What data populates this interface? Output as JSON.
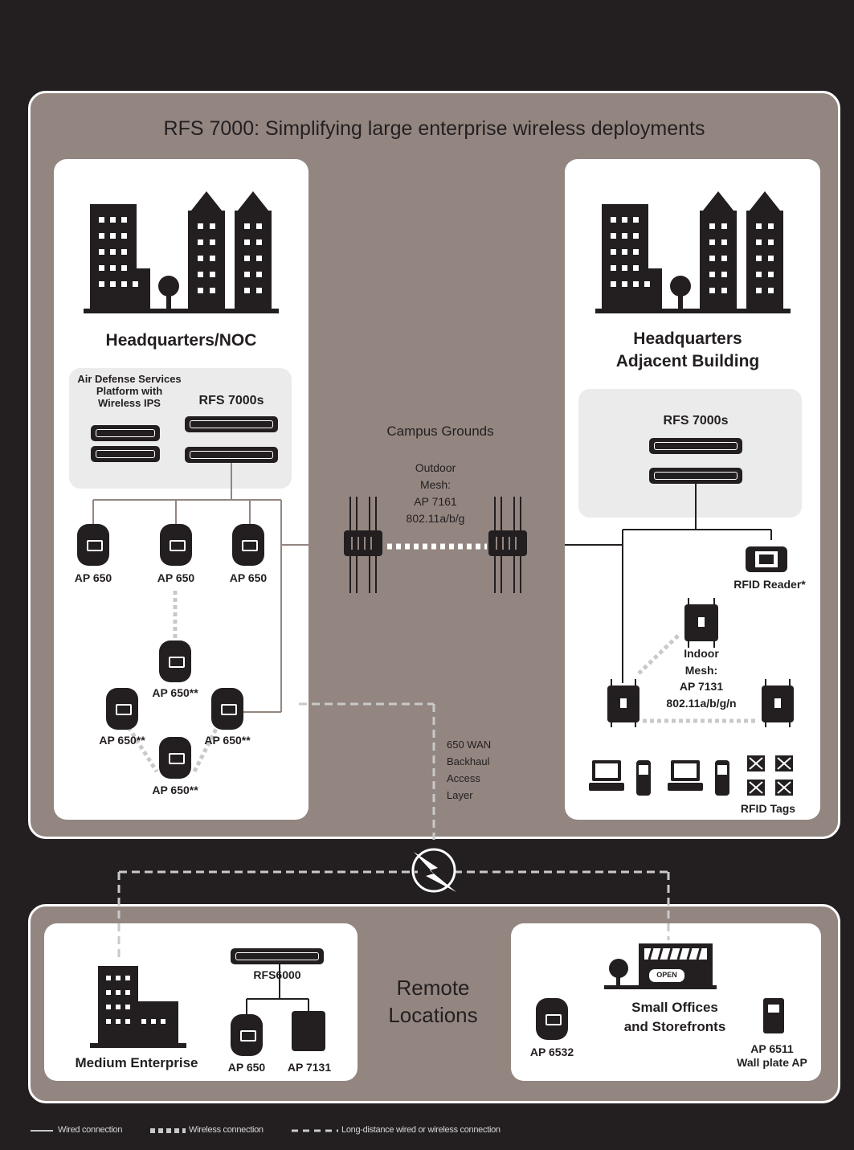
{
  "title": "RFS 7000: Simplifying large enterprise wireless deployments",
  "hq": {
    "name": "Headquarters/NOC",
    "adsp_label": "Air Defense Services Platform with Wireless IPS",
    "rfs_label": "RFS 7000s",
    "aps": [
      "AP 650",
      "AP 650",
      "AP 650"
    ],
    "mesh_aps": [
      "AP 650**",
      "AP 650**",
      "AP 650**",
      "AP 650**"
    ]
  },
  "campus": {
    "title": "Campus Grounds",
    "mesh_label_1": "Outdoor",
    "mesh_label_2": "Mesh:",
    "mesh_label_3": "AP 7161",
    "mesh_label_4": "802.11a/b/g"
  },
  "adjacent": {
    "name_1": "Headquarters",
    "name_2": "Adjacent Building",
    "rfs_label": "RFS 7000s",
    "rfid_reader": "RFID Reader*",
    "indoor_1": "Indoor",
    "indoor_2": "Mesh:",
    "indoor_3": "AP 7131",
    "indoor_4": "802.11a/b/g/n",
    "rfid_tags": "RFID Tags"
  },
  "wan": {
    "line1": "650 WAN",
    "line2": "Backhaul",
    "line3": "Access",
    "line4": "Layer"
  },
  "remote": {
    "title_1": "Remote",
    "title_2": "Locations",
    "medium": "Medium Enterprise",
    "rfs6000": "RFS6000",
    "ap650": "AP 650",
    "ap7131": "AP 7131",
    "small_1": "Small Offices",
    "small_2": "and Storefronts",
    "ap6532": "AP 6532",
    "ap6511_1": "AP 6511",
    "ap6511_2": "Wall plate AP",
    "open_sign": "OPEN"
  },
  "legend": {
    "wired": "Wired connection",
    "wireless": "Wireless connection",
    "long": "Long-distance wired or wireless connection"
  },
  "colors": {
    "background": "#231f20",
    "panel": "#938680",
    "card": "#ffffff",
    "group": "#ebebeb",
    "line": "#ffffff",
    "ink": "#231f20"
  }
}
